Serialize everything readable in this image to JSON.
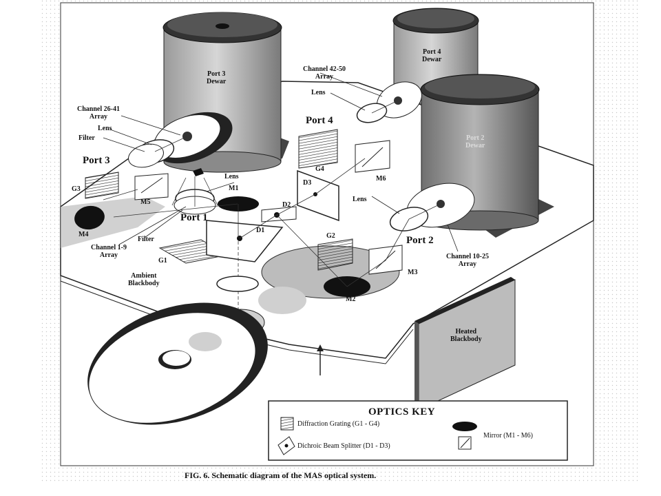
{
  "figure": {
    "caption": "FIG. 6. Schematic diagram of the MAS optical system."
  },
  "ports": {
    "port1": "Port 1",
    "port2": "Port 2",
    "port3": "Port 3",
    "port4": "Port 4"
  },
  "dewars": {
    "port3_line1": "Port 3",
    "port3_line2": "Dewar",
    "port4_line1": "Port 4",
    "port4_line2": "Dewar",
    "port2_line1": "Port 2",
    "port2_line2": "Dewar"
  },
  "arrays": {
    "ch26_41_line1": "Channel 26-41",
    "ch26_41_line2": "Array",
    "ch42_50_line1": "Channel 42-50",
    "ch42_50_line2": "Array",
    "ch1_9_line1": "Channel 1-9",
    "ch1_9_line2": "Array",
    "ch10_25_line1": "Channel 10-25",
    "ch10_25_line2": "Array"
  },
  "components": {
    "lens": "Lens",
    "filter": "Filter",
    "g1": "G1",
    "g2": "G2",
    "g3": "G3",
    "g4": "G4",
    "m1": "M1",
    "m2": "M2",
    "m3": "M3",
    "m4": "M4",
    "m5": "M5",
    "m6": "M6",
    "d1": "D1",
    "d2": "D2",
    "d3": "D3"
  },
  "blackbodies": {
    "ambient_line1": "Ambient",
    "ambient_line2": "Blackbody",
    "heated_line1": "Heated",
    "heated_line2": "Blackbody"
  },
  "optics_key": {
    "title": "OPTICS KEY",
    "grating": "Diffraction Grating (G1 - G4)",
    "mirror": "Mirror (M1 - M6)",
    "beamsplitter": "Dichroic Beam Splitter (D1 - D3)"
  }
}
